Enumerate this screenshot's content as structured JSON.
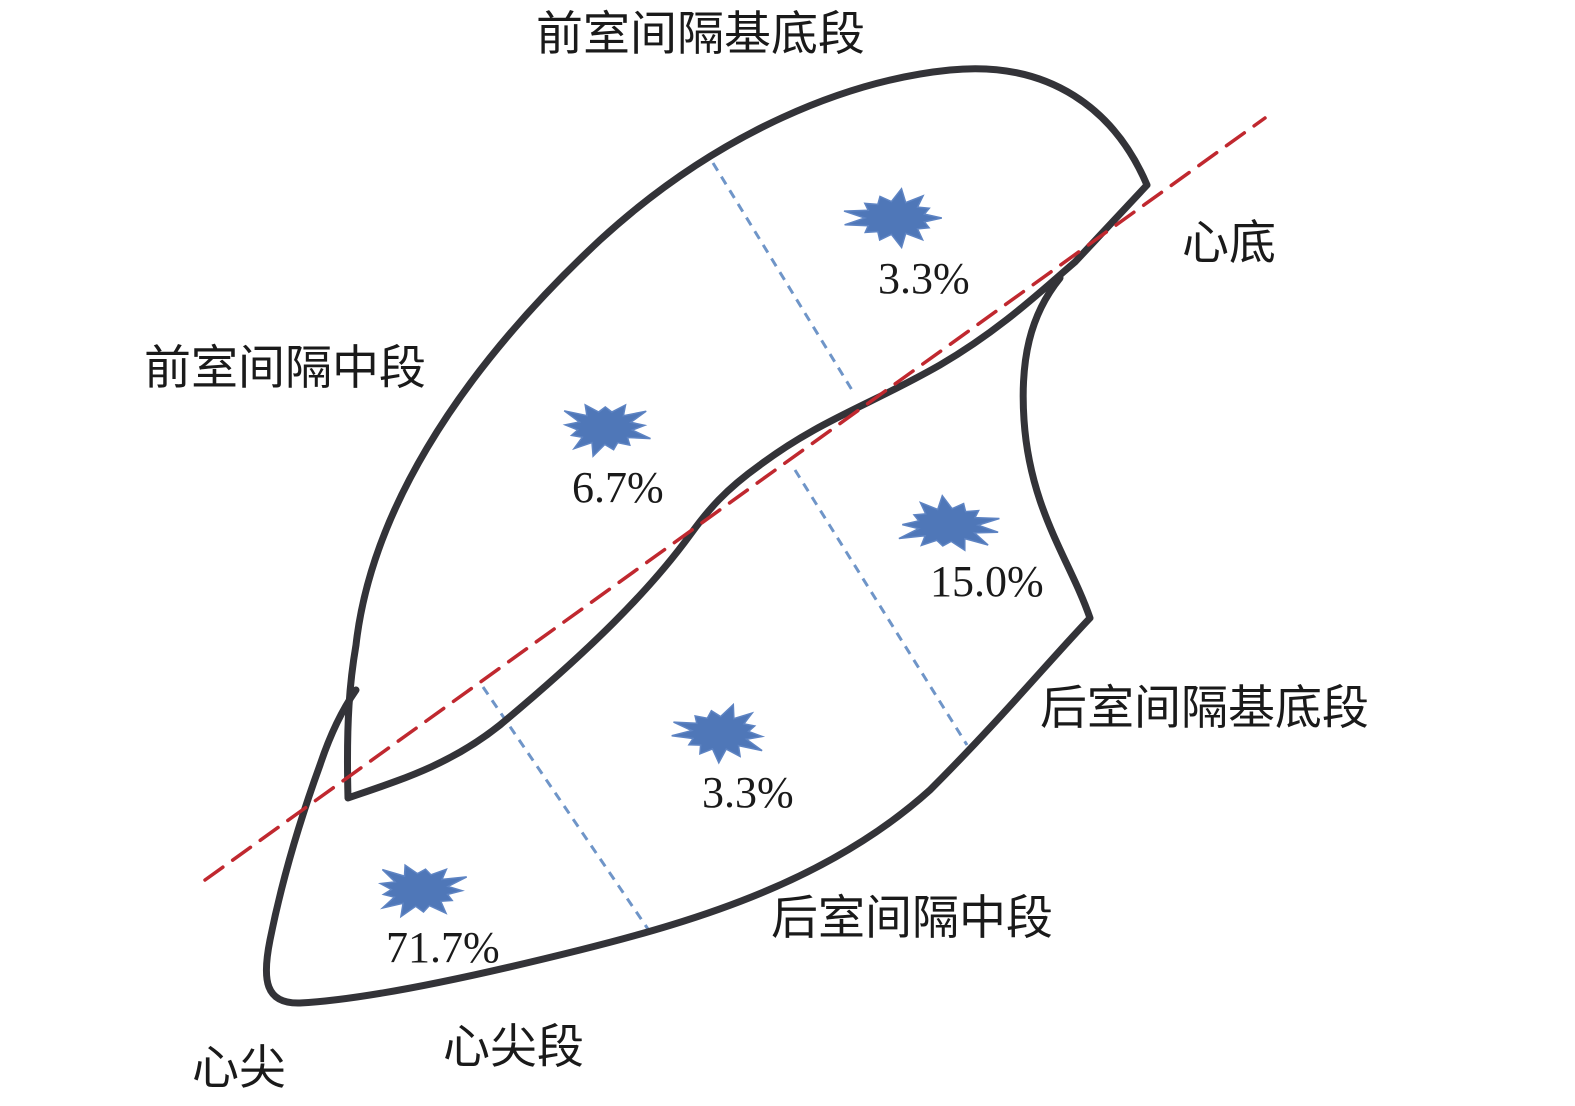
{
  "colors": {
    "outline": "#333338",
    "divider": "#6f95c8",
    "axis": "#c0282f",
    "marker": "#4f77b8"
  },
  "labels": {
    "anterior_basal": "前室间隔基底段",
    "anterior_mid": "前室间隔中段",
    "posterior_basal": "后室间隔基底段",
    "posterior_mid": "后室间隔中段",
    "apical_segment": "心尖段",
    "base": "心底",
    "apex": "心尖"
  },
  "percentages": {
    "anterior_basal": "3.3%",
    "anterior_mid": "6.7%",
    "posterior_basal": "15.0%",
    "posterior_mid": "3.3%",
    "apical": "71.7%"
  },
  "marker_icon": "burst-star-icon"
}
